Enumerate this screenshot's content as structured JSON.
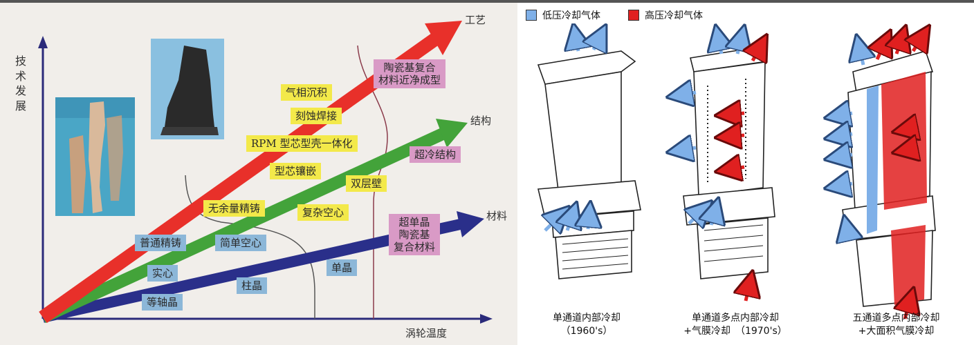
{
  "left": {
    "y_axis_title": "技术发展",
    "x_axis_title": "涡轮温度",
    "arrow_labels": {
      "process": "工艺",
      "structure": "结构",
      "material": "材料"
    },
    "yellow_boxes": [
      "气相沉积",
      "刻蚀焊接",
      "RPM 型芯型壳一体化",
      "型芯镶嵌",
      "双层壁",
      "无余量精铸",
      "复杂空心"
    ],
    "blue_boxes": [
      "普通精铸",
      "简单空心",
      "实心",
      "柱晶",
      "等轴晶",
      "单晶"
    ],
    "pink_boxes": {
      "process": [
        "陶瓷基复合",
        "材料近净成型"
      ],
      "structure": [
        "超冷结构"
      ],
      "material": [
        "超单晶",
        "陶瓷基",
        "复合材料"
      ]
    }
  },
  "right": {
    "legend": [
      {
        "label": "低压冷却气体",
        "color": "#7fb0e8"
      },
      {
        "label": "高压冷却气体",
        "color": "#e02020"
      }
    ],
    "blades": [
      {
        "caption_line1": "单通道内部冷却",
        "caption_line2": "（1960's）"
      },
      {
        "caption_line1": "单通道多点内部冷却",
        "caption_line2": "+气膜冷却　（1970's）"
      },
      {
        "caption_line1": "五通道多点内部冷却",
        "caption_line2": "+大面积气膜冷却"
      }
    ]
  }
}
